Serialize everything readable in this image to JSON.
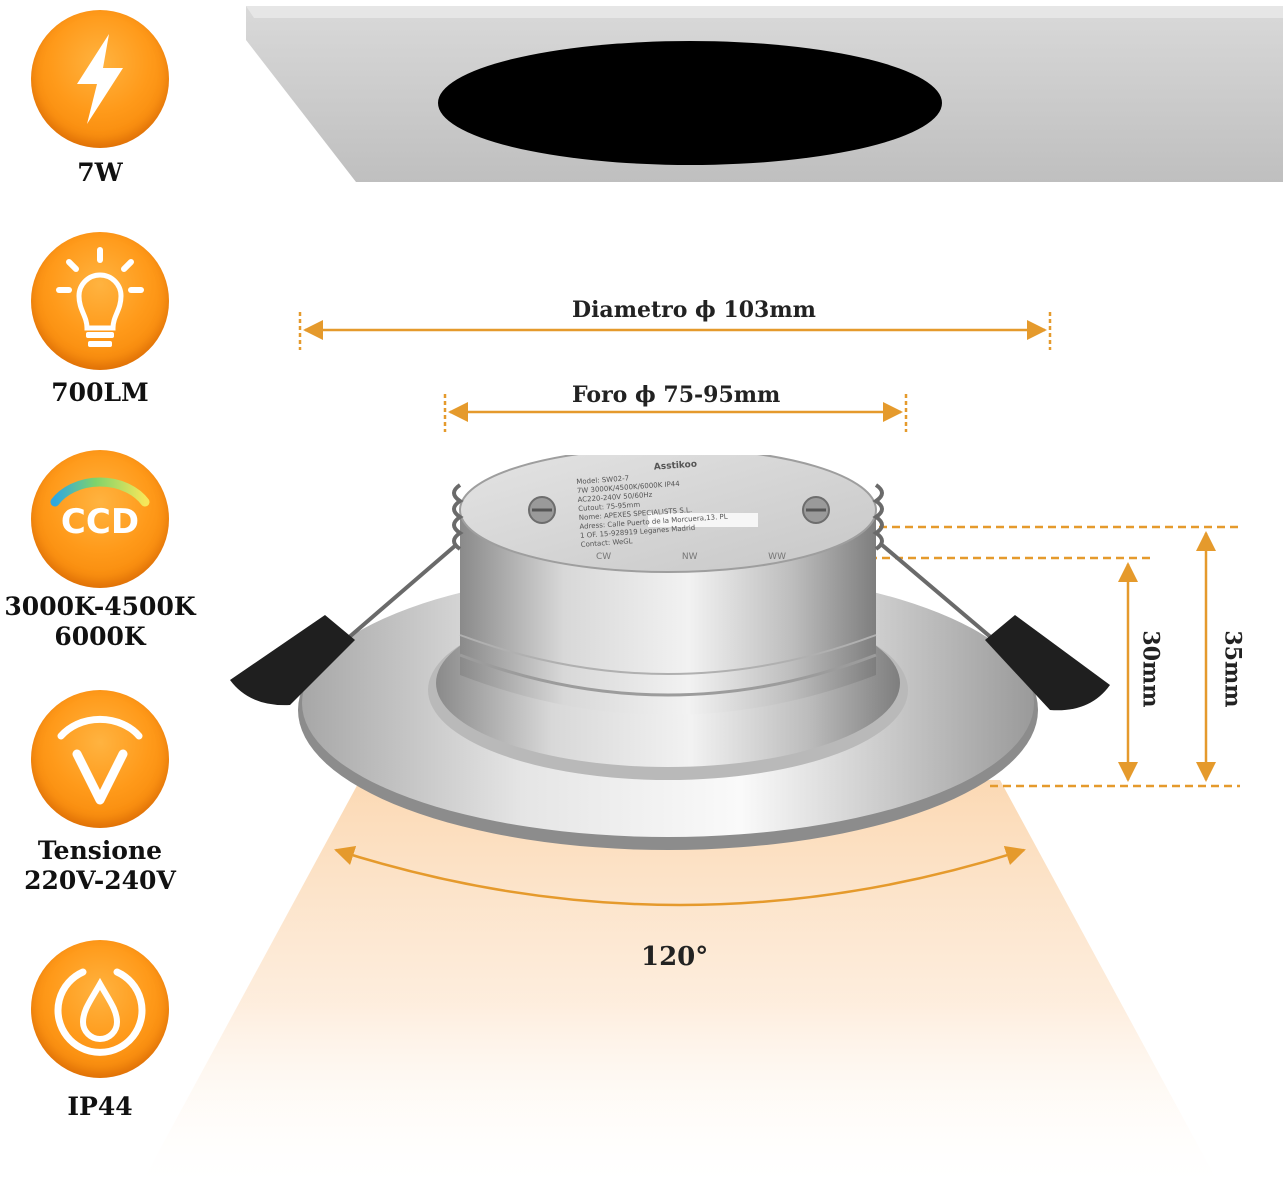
{
  "features": [
    {
      "icon": "lightning-icon",
      "label_lines": [
        "7W"
      ]
    },
    {
      "icon": "lightbulb-icon",
      "label_lines": [
        "700LM"
      ]
    },
    {
      "icon": "ccd-icon",
      "icon_text": "CCD",
      "label_lines": [
        "3000K-4500K",
        "6000K"
      ]
    },
    {
      "icon": "voltage-icon",
      "label_lines": [
        "Tensione",
        "220V-240V"
      ]
    },
    {
      "icon": "water-drop-icon",
      "label_lines": [
        "IP44"
      ]
    }
  ],
  "dimensions": {
    "diameter": "Diametro ϕ 103mm",
    "hole": "Foro ϕ 75-95mm",
    "height_inner": "30mm",
    "height_outer": "35mm",
    "beam_angle": "120°"
  },
  "fixture_label": {
    "brand": "Asstikoo",
    "lines": [
      "Model: SW02-7",
      "7W 3000K/4500K/6000K IP44",
      "AC220-240V 50/60Hz",
      "Cutout: 75-95mm",
      "Nome: APEXES SPECIALISTS S.L.",
      "Adress: Calle Puerto de la Morcuera,13. PL",
      "1 OF. 15-928919 Leganes Madrid",
      "Contact: WeGL"
    ],
    "switch": [
      "CW",
      "NW",
      "WW"
    ]
  },
  "colors": {
    "accent": "#f28a0e",
    "dimension_line": "#e59a2c",
    "ceiling": "#c9c9c9",
    "light_beam": "#fde4c8"
  }
}
